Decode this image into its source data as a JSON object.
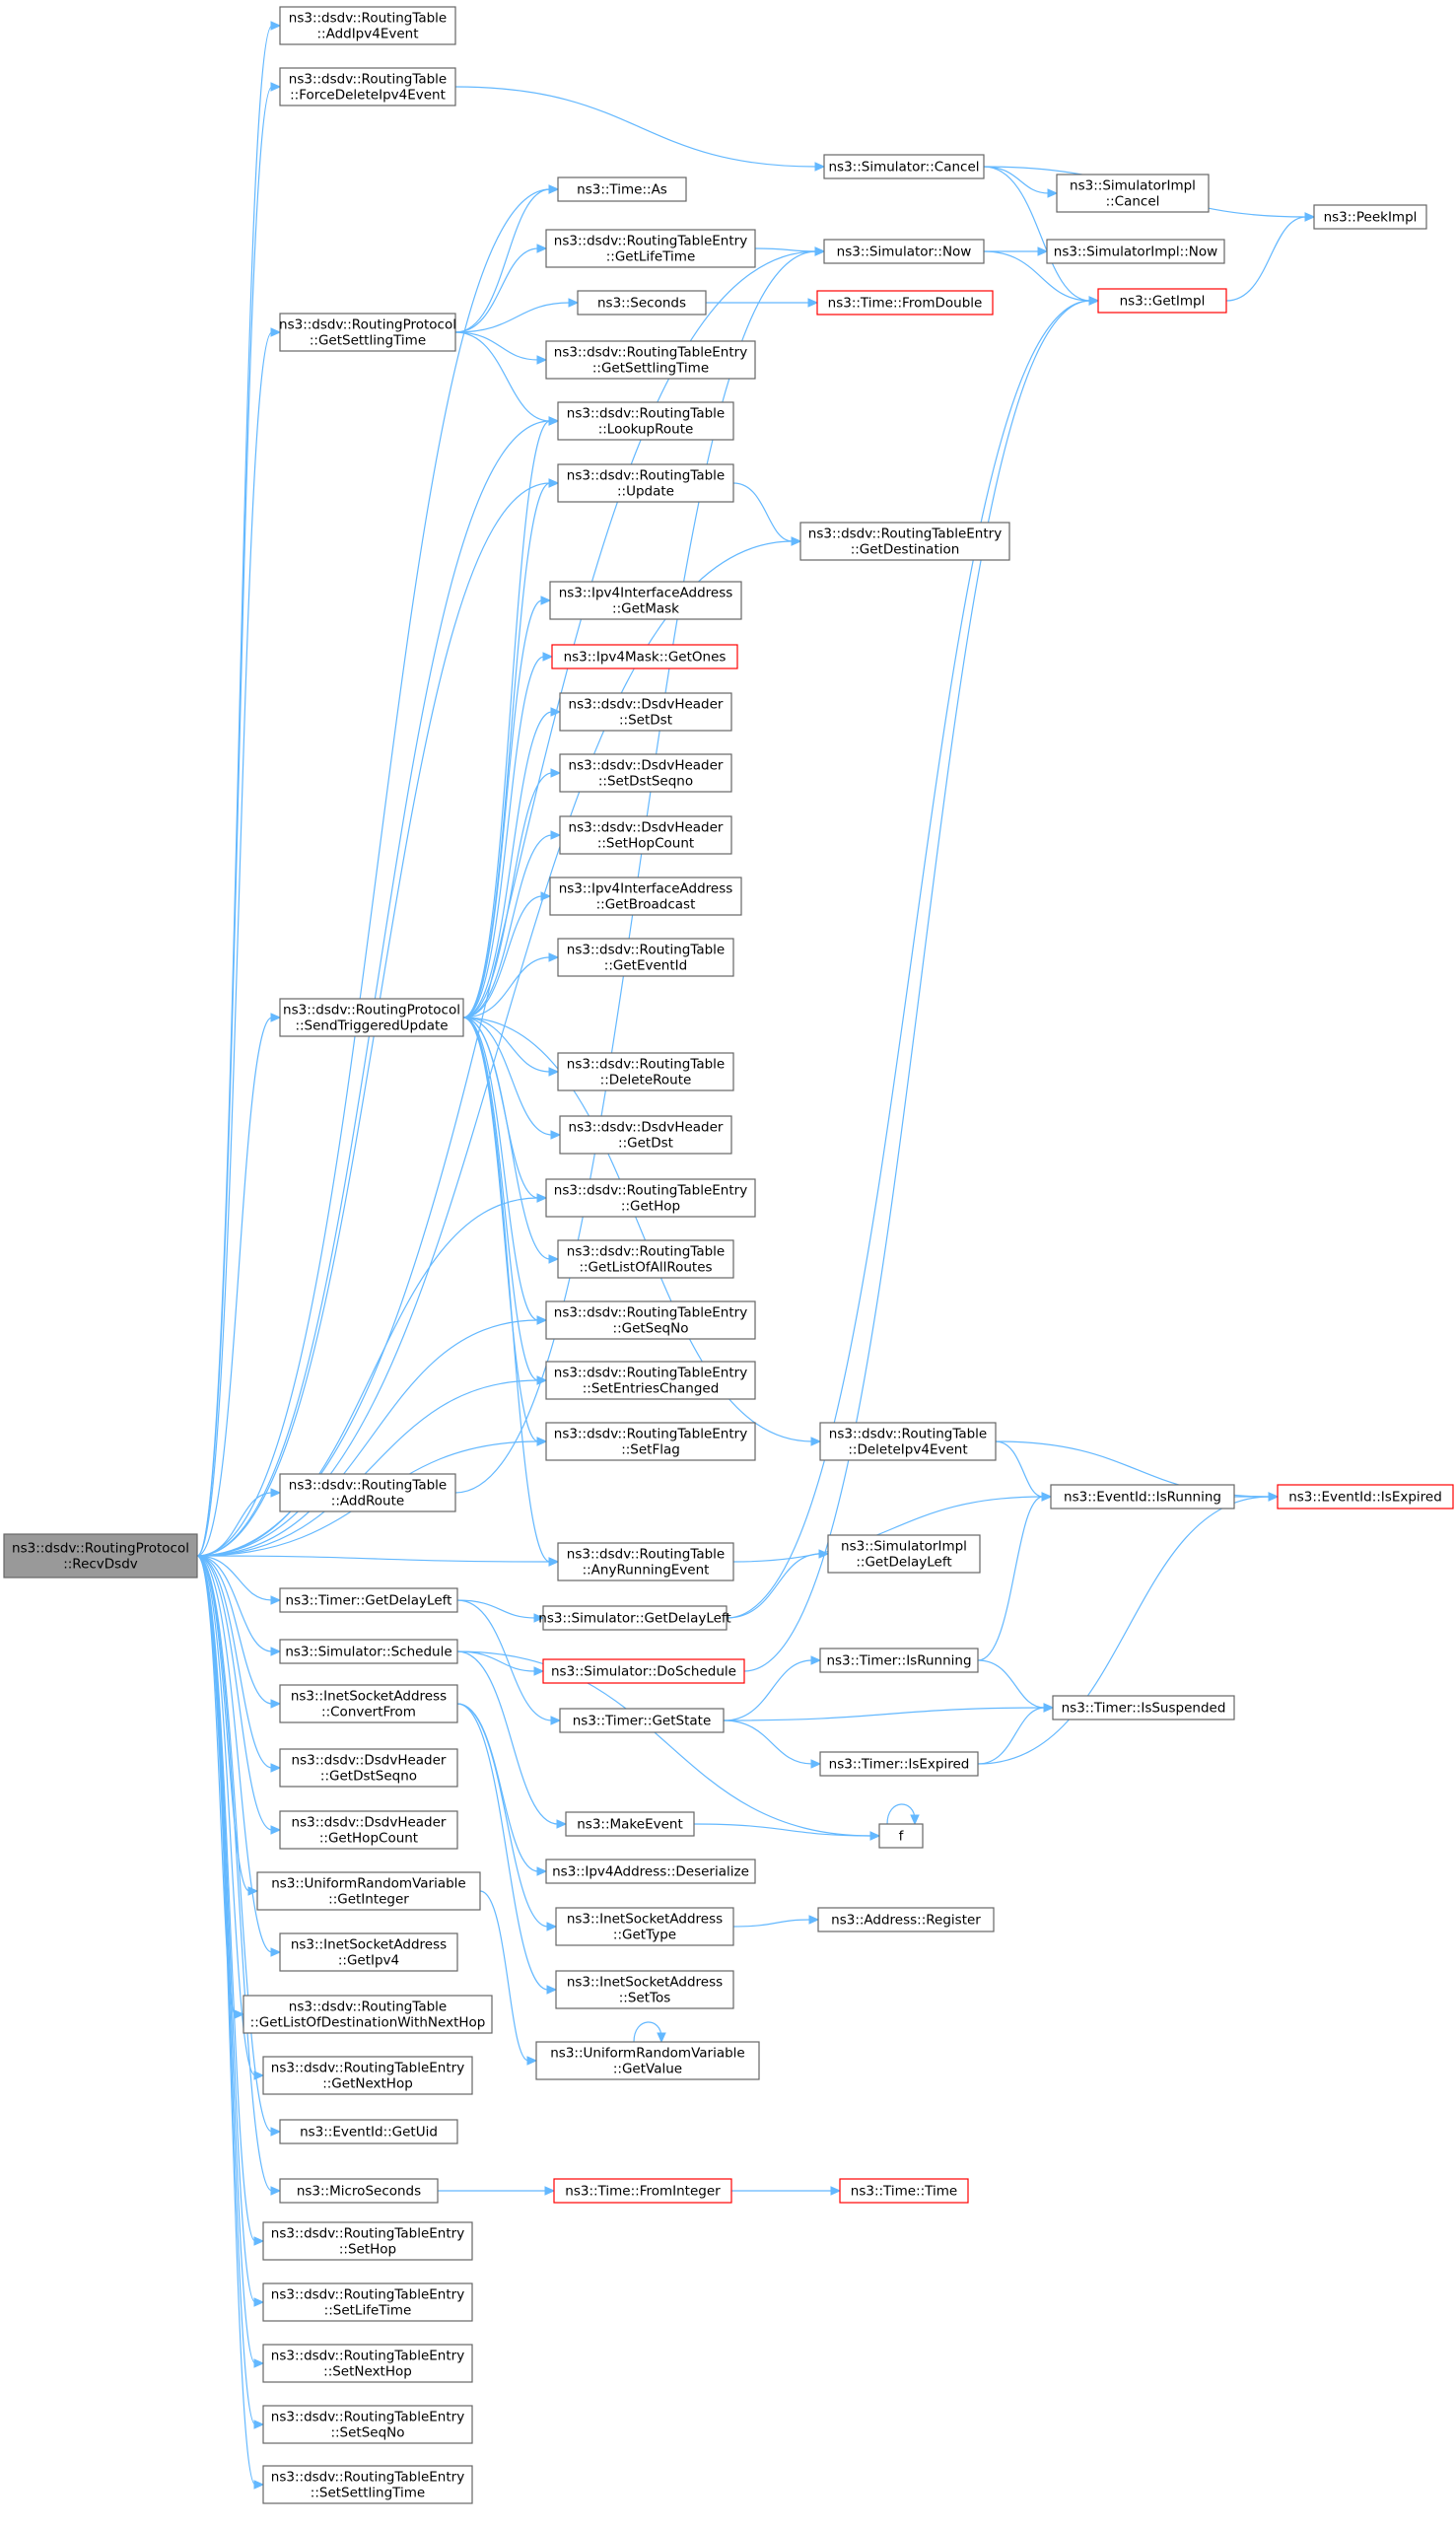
{
  "nodes": [
    {
      "id": "recvdsdv",
      "lines": [
        "ns3::dsdv::RoutingProtocol",
        "::RecvDsdv"
      ],
      "style": "root"
    },
    {
      "id": "rt_addipv4",
      "lines": [
        "ns3::dsdv::RoutingTable",
        "::AddIpv4Event"
      ]
    },
    {
      "id": "rt_forcedel",
      "lines": [
        "ns3::dsdv::RoutingTable",
        "::ForceDeleteIpv4Event"
      ]
    },
    {
      "id": "rp_getsettling",
      "lines": [
        "ns3::dsdv::RoutingProtocol",
        "::GetSettlingTime"
      ]
    },
    {
      "id": "rp_sendtrig",
      "lines": [
        "ns3::dsdv::RoutingProtocol",
        "::SendTriggeredUpdate"
      ]
    },
    {
      "id": "rt_addroute",
      "lines": [
        "ns3::dsdv::RoutingTable",
        "::AddRoute"
      ]
    },
    {
      "id": "timer_getdelay",
      "lines": [
        "ns3::Timer::GetDelayLeft"
      ]
    },
    {
      "id": "sim_schedule",
      "lines": [
        "ns3::Simulator::Schedule"
      ]
    },
    {
      "id": "inet_convert",
      "lines": [
        "ns3::InetSocketAddress",
        "::ConvertFrom"
      ]
    },
    {
      "id": "dh_getdstseqno",
      "lines": [
        "ns3::dsdv::DsdvHeader",
        "::GetDstSeqno"
      ]
    },
    {
      "id": "dh_gethopcount",
      "lines": [
        "ns3::dsdv::DsdvHeader",
        "::GetHopCount"
      ]
    },
    {
      "id": "urv_getint",
      "lines": [
        "ns3::UniformRandomVariable",
        "::GetInteger"
      ]
    },
    {
      "id": "inet_getipv4",
      "lines": [
        "ns3::InetSocketAddress",
        "::GetIpv4"
      ]
    },
    {
      "id": "rt_getlistdest",
      "lines": [
        "ns3::dsdv::RoutingTable",
        "::GetListOfDestinationWithNextHop"
      ]
    },
    {
      "id": "rte_getnexthop",
      "lines": [
        "ns3::dsdv::RoutingTableEntry",
        "::GetNextHop"
      ]
    },
    {
      "id": "eid_getuid",
      "lines": [
        "ns3::EventId::GetUid"
      ]
    },
    {
      "id": "microseconds",
      "lines": [
        "ns3::MicroSeconds"
      ]
    },
    {
      "id": "rte_sethop",
      "lines": [
        "ns3::dsdv::RoutingTableEntry",
        "::SetHop"
      ]
    },
    {
      "id": "rte_setlifetime",
      "lines": [
        "ns3::dsdv::RoutingTableEntry",
        "::SetLifeTime"
      ]
    },
    {
      "id": "rte_setnexthop",
      "lines": [
        "ns3::dsdv::RoutingTableEntry",
        "::SetNextHop"
      ]
    },
    {
      "id": "rte_setseqno",
      "lines": [
        "ns3::dsdv::RoutingTableEntry",
        "::SetSeqNo"
      ]
    },
    {
      "id": "rte_setsettling",
      "lines": [
        "ns3::dsdv::RoutingTableEntry",
        "::SetSettlingTime"
      ]
    },
    {
      "id": "time_as",
      "lines": [
        "ns3::Time::As"
      ]
    },
    {
      "id": "rte_getlifetime",
      "lines": [
        "ns3::dsdv::RoutingTableEntry",
        "::GetLifeTime"
      ]
    },
    {
      "id": "seconds",
      "lines": [
        "ns3::Seconds"
      ]
    },
    {
      "id": "rte_getsettling",
      "lines": [
        "ns3::dsdv::RoutingTableEntry",
        "::GetSettlingTime"
      ]
    },
    {
      "id": "rt_lookup",
      "lines": [
        "ns3::dsdv::RoutingTable",
        "::LookupRoute"
      ]
    },
    {
      "id": "rt_update",
      "lines": [
        "ns3::dsdv::RoutingTable",
        "::Update"
      ]
    },
    {
      "id": "iia_getmask",
      "lines": [
        "ns3::Ipv4InterfaceAddress",
        "::GetMask"
      ]
    },
    {
      "id": "mask_getones",
      "lines": [
        "ns3::Ipv4Mask::GetOnes"
      ],
      "style": "red"
    },
    {
      "id": "dh_setdst",
      "lines": [
        "ns3::dsdv::DsdvHeader",
        "::SetDst"
      ]
    },
    {
      "id": "dh_setdstseqno",
      "lines": [
        "ns3::dsdv::DsdvHeader",
        "::SetDstSeqno"
      ]
    },
    {
      "id": "dh_sethopcount",
      "lines": [
        "ns3::dsdv::DsdvHeader",
        "::SetHopCount"
      ]
    },
    {
      "id": "iia_getbcast",
      "lines": [
        "ns3::Ipv4InterfaceAddress",
        "::GetBroadcast"
      ]
    },
    {
      "id": "rt_geteventid",
      "lines": [
        "ns3::dsdv::RoutingTable",
        "::GetEventId"
      ]
    },
    {
      "id": "rt_deleteroute",
      "lines": [
        "ns3::dsdv::RoutingTable",
        "::DeleteRoute"
      ]
    },
    {
      "id": "dh_getdst",
      "lines": [
        "ns3::dsdv::DsdvHeader",
        "::GetDst"
      ]
    },
    {
      "id": "rte_gethop",
      "lines": [
        "ns3::dsdv::RoutingTableEntry",
        "::GetHop"
      ]
    },
    {
      "id": "rt_getlistall",
      "lines": [
        "ns3::dsdv::RoutingTable",
        "::GetListOfAllRoutes"
      ]
    },
    {
      "id": "rte_getseqno",
      "lines": [
        "ns3::dsdv::RoutingTableEntry",
        "::GetSeqNo"
      ]
    },
    {
      "id": "rte_setentries",
      "lines": [
        "ns3::dsdv::RoutingTableEntry",
        "::SetEntriesChanged"
      ]
    },
    {
      "id": "rte_setflag",
      "lines": [
        "ns3::dsdv::RoutingTableEntry",
        "::SetFlag"
      ]
    },
    {
      "id": "rt_anyrunning",
      "lines": [
        "ns3::dsdv::RoutingTable",
        "::AnyRunningEvent"
      ]
    },
    {
      "id": "sim_getdelay",
      "lines": [
        "ns3::Simulator::GetDelayLeft"
      ]
    },
    {
      "id": "sim_doschedule",
      "lines": [
        "ns3::Simulator::DoSchedule"
      ],
      "style": "red"
    },
    {
      "id": "timer_getstate",
      "lines": [
        "ns3::Timer::GetState"
      ]
    },
    {
      "id": "makeevent",
      "lines": [
        "ns3::MakeEvent"
      ]
    },
    {
      "id": "ipv4_deser",
      "lines": [
        "ns3::Ipv4Address::Deserialize"
      ]
    },
    {
      "id": "inet_gettype",
      "lines": [
        "ns3::InetSocketAddress",
        "::GetType"
      ]
    },
    {
      "id": "inet_settos",
      "lines": [
        "ns3::InetSocketAddress",
        "::SetTos"
      ]
    },
    {
      "id": "urv_getvalue",
      "lines": [
        "ns3::UniformRandomVariable",
        "::GetValue"
      ]
    },
    {
      "id": "sim_cancel",
      "lines": [
        "ns3::Simulator::Cancel"
      ]
    },
    {
      "id": "sim_now",
      "lines": [
        "ns3::Simulator::Now"
      ]
    },
    {
      "id": "time_fromdouble",
      "lines": [
        "ns3::Time::FromDouble"
      ],
      "style": "red"
    },
    {
      "id": "rte_getdest",
      "lines": [
        "ns3::dsdv::RoutingTableEntry",
        "::GetDestination"
      ]
    },
    {
      "id": "rt_delipv4",
      "lines": [
        "ns3::dsdv::RoutingTable",
        "::DeleteIpv4Event"
      ]
    },
    {
      "id": "sim_impl_getdelay",
      "lines": [
        "ns3::SimulatorImpl",
        "::GetDelayLeft"
      ]
    },
    {
      "id": "timer_isrunning",
      "lines": [
        "ns3::Timer::IsRunning"
      ]
    },
    {
      "id": "timer_isexpired",
      "lines": [
        "ns3::Timer::IsExpired"
      ]
    },
    {
      "id": "f",
      "lines": [
        "f"
      ]
    },
    {
      "id": "addr_register",
      "lines": [
        "ns3::Address::Register"
      ]
    },
    {
      "id": "time_fromint",
      "lines": [
        "ns3::Time::FromInteger"
      ],
      "style": "red"
    },
    {
      "id": "time_time",
      "lines": [
        "ns3::Time::Time"
      ],
      "style": "red"
    },
    {
      "id": "simimpl_cancel",
      "lines": [
        "ns3::SimulatorImpl",
        "::Cancel"
      ]
    },
    {
      "id": "simimpl_now",
      "lines": [
        "ns3::SimulatorImpl::Now"
      ]
    },
    {
      "id": "getimpl",
      "lines": [
        "ns3::GetImpl"
      ],
      "style": "red"
    },
    {
      "id": "eid_isrunning",
      "lines": [
        "ns3::EventId::IsRunning"
      ]
    },
    {
      "id": "timer_issuspended",
      "lines": [
        "ns3::Timer::IsSuspended"
      ]
    },
    {
      "id": "peekimpl",
      "lines": [
        "ns3::PeekImpl"
      ]
    },
    {
      "id": "eid_isexpired",
      "lines": [
        "ns3::EventId::IsExpired"
      ],
      "style": "red"
    }
  ],
  "edges": [
    [
      "recvdsdv",
      "rt_addipv4"
    ],
    [
      "recvdsdv",
      "rt_forcedel"
    ],
    [
      "recvdsdv",
      "sim_now"
    ],
    [
      "recvdsdv",
      "time_as"
    ],
    [
      "recvdsdv",
      "rp_getsettling"
    ],
    [
      "recvdsdv",
      "rt_lookup"
    ],
    [
      "recvdsdv",
      "rt_update"
    ],
    [
      "recvdsdv",
      "rte_getdest"
    ],
    [
      "recvdsdv",
      "rp_sendtrig"
    ],
    [
      "recvdsdv",
      "rte_gethop"
    ],
    [
      "recvdsdv",
      "rte_getseqno"
    ],
    [
      "recvdsdv",
      "rte_setentries"
    ],
    [
      "recvdsdv",
      "rte_setflag"
    ],
    [
      "recvdsdv",
      "rt_addroute"
    ],
    [
      "recvdsdv",
      "rt_anyrunning"
    ],
    [
      "recvdsdv",
      "timer_getdelay"
    ],
    [
      "recvdsdv",
      "sim_schedule"
    ],
    [
      "recvdsdv",
      "inet_convert"
    ],
    [
      "recvdsdv",
      "dh_getdstseqno"
    ],
    [
      "recvdsdv",
      "dh_gethopcount"
    ],
    [
      "recvdsdv",
      "urv_getint"
    ],
    [
      "recvdsdv",
      "inet_getipv4"
    ],
    [
      "recvdsdv",
      "rt_getlistdest"
    ],
    [
      "recvdsdv",
      "rte_getnexthop"
    ],
    [
      "recvdsdv",
      "eid_getuid"
    ],
    [
      "recvdsdv",
      "microseconds"
    ],
    [
      "recvdsdv",
      "rte_sethop"
    ],
    [
      "recvdsdv",
      "rte_setlifetime"
    ],
    [
      "recvdsdv",
      "rte_setnexthop"
    ],
    [
      "recvdsdv",
      "rte_setseqno"
    ],
    [
      "recvdsdv",
      "rte_setsettling"
    ],
    [
      "rt_forcedel",
      "sim_cancel"
    ],
    [
      "rp_getsettling",
      "time_as"
    ],
    [
      "rp_getsettling",
      "rte_getlifetime"
    ],
    [
      "rp_getsettling",
      "seconds"
    ],
    [
      "rp_getsettling",
      "rte_getsettling"
    ],
    [
      "rp_getsettling",
      "rt_lookup"
    ],
    [
      "rp_sendtrig",
      "rt_lookup"
    ],
    [
      "rp_sendtrig",
      "rt_update"
    ],
    [
      "rp_sendtrig",
      "iia_getmask"
    ],
    [
      "rp_sendtrig",
      "mask_getones"
    ],
    [
      "rp_sendtrig",
      "dh_setdst"
    ],
    [
      "rp_sendtrig",
      "dh_setdstseqno"
    ],
    [
      "rp_sendtrig",
      "dh_sethopcount"
    ],
    [
      "rp_sendtrig",
      "iia_getbcast"
    ],
    [
      "rp_sendtrig",
      "rt_geteventid"
    ],
    [
      "rp_sendtrig",
      "rt_deleteroute"
    ],
    [
      "rp_sendtrig",
      "dh_getdst"
    ],
    [
      "rp_sendtrig",
      "rte_gethop"
    ],
    [
      "rp_sendtrig",
      "rt_getlistall"
    ],
    [
      "rp_sendtrig",
      "rte_getseqno"
    ],
    [
      "rp_sendtrig",
      "rte_setentries"
    ],
    [
      "rp_sendtrig",
      "rte_setflag"
    ],
    [
      "rp_sendtrig",
      "rt_anyrunning"
    ],
    [
      "rp_sendtrig",
      "rt_delipv4"
    ],
    [
      "rt_addroute",
      "sim_now"
    ],
    [
      "timer_getdelay",
      "sim_getdelay"
    ],
    [
      "timer_getdelay",
      "timer_getstate"
    ],
    [
      "sim_schedule",
      "sim_doschedule"
    ],
    [
      "sim_schedule",
      "makeevent"
    ],
    [
      "sim_schedule",
      "f"
    ],
    [
      "inet_convert",
      "ipv4_deser"
    ],
    [
      "inet_convert",
      "inet_gettype"
    ],
    [
      "inet_convert",
      "inet_settos"
    ],
    [
      "urv_getint",
      "urv_getvalue"
    ],
    [
      "microseconds",
      "time_fromint"
    ],
    [
      "rte_getlifetime",
      "sim_now"
    ],
    [
      "seconds",
      "time_fromdouble"
    ],
    [
      "rt_update",
      "rte_getdest"
    ],
    [
      "rt_anyrunning",
      "eid_isrunning"
    ],
    [
      "sim_getdelay",
      "sim_impl_getdelay"
    ],
    [
      "sim_getdelay",
      "getimpl"
    ],
    [
      "sim_doschedule",
      "getimpl"
    ],
    [
      "timer_getstate",
      "timer_isrunning"
    ],
    [
      "timer_getstate",
      "timer_issuspended"
    ],
    [
      "timer_getstate",
      "timer_isexpired"
    ],
    [
      "makeevent",
      "f"
    ],
    [
      "inet_gettype",
      "addr_register"
    ],
    [
      "urv_getvalue",
      "urv_getvalue"
    ],
    [
      "sim_cancel",
      "simimpl_cancel"
    ],
    [
      "sim_cancel",
      "getimpl"
    ],
    [
      "sim_cancel",
      "peekimpl"
    ],
    [
      "sim_now",
      "simimpl_now"
    ],
    [
      "sim_now",
      "getimpl"
    ],
    [
      "rt_delipv4",
      "eid_isrunning"
    ],
    [
      "rt_delipv4",
      "eid_isexpired"
    ],
    [
      "timer_isrunning",
      "eid_isrunning"
    ],
    [
      "timer_isrunning",
      "timer_issuspended"
    ],
    [
      "timer_isexpired",
      "timer_issuspended"
    ],
    [
      "timer_isexpired",
      "eid_isexpired"
    ],
    [
      "f",
      "f"
    ],
    [
      "time_fromint",
      "time_time"
    ],
    [
      "getimpl",
      "peekimpl"
    ],
    [
      "eid_isrunning",
      "eid_isexpired"
    ]
  ]
}
